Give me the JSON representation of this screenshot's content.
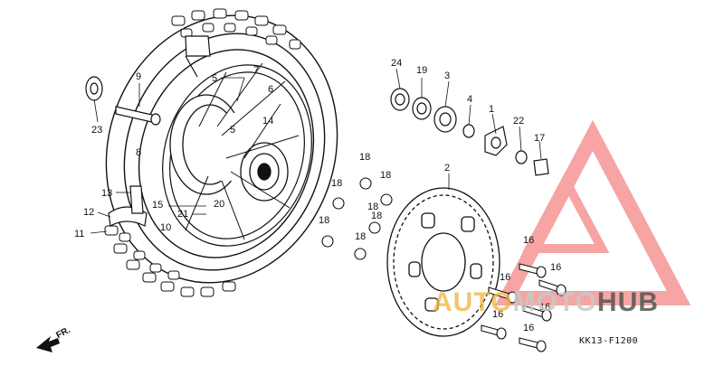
{
  "diagram": {
    "code": "KK13-F1200",
    "front_label": "FR.",
    "watermark": {
      "part_a": "AUTO",
      "part_b": "MOTO",
      "part_c": "HUB"
    },
    "callouts": [
      "1",
      "2",
      "3",
      "4",
      "5",
      "5",
      "6",
      "7",
      "8",
      "9",
      "10",
      "11",
      "12",
      "13",
      "14",
      "15",
      "16",
      "16",
      "16",
      "16",
      "16",
      "16",
      "17",
      "18",
      "18",
      "18",
      "18",
      "18",
      "18",
      "18",
      "19",
      "20",
      "21",
      "22",
      "23",
      "24"
    ]
  }
}
